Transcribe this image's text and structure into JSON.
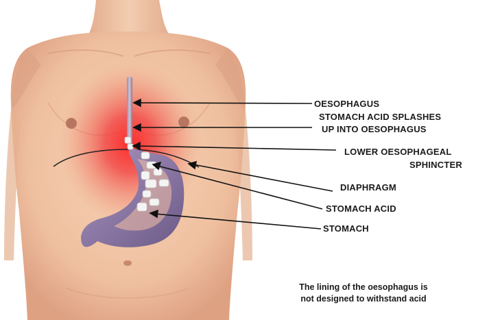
{
  "labels": {
    "oesophagus": "OESOPHAGUS",
    "splash_line1": "STOMACH ACID SPLASHES",
    "splash_line2": "UP INTO OESOPHAGUS",
    "les_line1": "LOWER OESOPHAGEAL",
    "les_line2": "SPHINCTER",
    "diaphragm": "DIAPHRAGM",
    "stomach_acid": "STOMACH ACID",
    "stomach": "STOMACH"
  },
  "caption": {
    "line1": "The lining of the oesophagus is",
    "line2": "not designed to withstand acid"
  },
  "colors": {
    "skin": "#f1c6a6",
    "skin_shadow": "#d99f7c",
    "inflammation": "#ee3a3a",
    "stomach": "#8c7aa6",
    "acid_bubbles": "#f2f2f2",
    "arrow": "#111111"
  }
}
